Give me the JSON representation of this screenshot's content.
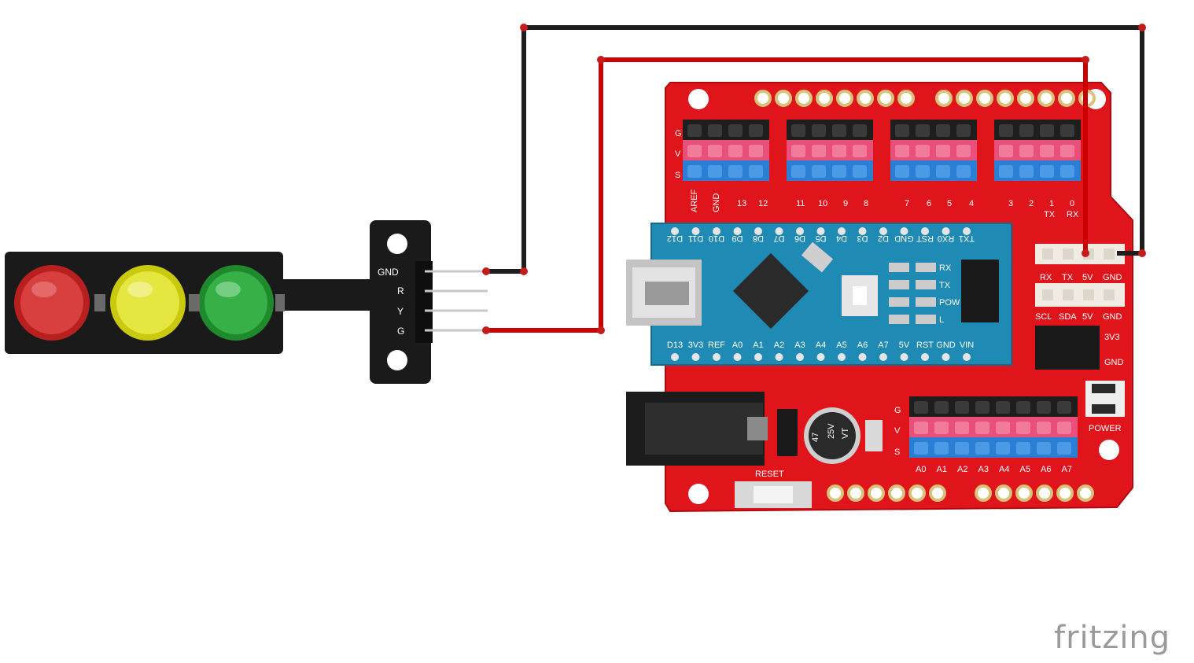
{
  "brand": "fritzing",
  "colors": {
    "wire_gnd": "#222222",
    "wire_signal": "#cc0000",
    "shield": "#e0141b",
    "nano": "#1f8ab3",
    "module": "#1a1a1a",
    "led_red": "#d42b2b",
    "led_yellow": "#e0e01a",
    "led_green": "#2aa13a"
  },
  "traffic_module": {
    "pins": [
      "GND",
      "R",
      "Y",
      "G"
    ]
  },
  "shield": {
    "row_labels": [
      "G",
      "V",
      "S"
    ],
    "digital_labels": [
      "AREF",
      "GND",
      "13",
      "12",
      "11",
      "10",
      "9",
      "8",
      "7",
      "6",
      "5",
      "4",
      "3",
      "2",
      "1",
      "0"
    ],
    "txrx_labels": [
      "TX",
      "RX"
    ],
    "header1_labels": [
      "RX",
      "TX",
      "5V",
      "GND"
    ],
    "header2_labels": [
      "SCL",
      "SDA",
      "5V",
      "GND"
    ],
    "power_labels": [
      "3V3",
      "GND"
    ],
    "analog_labels": [
      "A0",
      "A1",
      "A2",
      "A3",
      "A4",
      "A5",
      "A6",
      "A7"
    ],
    "reset_label": "RESET",
    "power_led_label": "POWER",
    "capacitor_lines": [
      "47",
      "25V",
      "VT"
    ]
  },
  "nano": {
    "top_pins": [
      "D12",
      "D11",
      "D10",
      "D9",
      "D8",
      "D7",
      "D6",
      "D5",
      "D4",
      "D3",
      "D2",
      "GND",
      "RST",
      "RX0",
      "TX1"
    ],
    "bottom_pins": [
      "D13",
      "3V3",
      "REF",
      "A0",
      "A1",
      "A2",
      "A3",
      "A4",
      "A5",
      "A6",
      "A7",
      "5V",
      "RST",
      "GND",
      "VIN"
    ],
    "led_labels": [
      "RX",
      "TX",
      "POW",
      "L"
    ]
  }
}
